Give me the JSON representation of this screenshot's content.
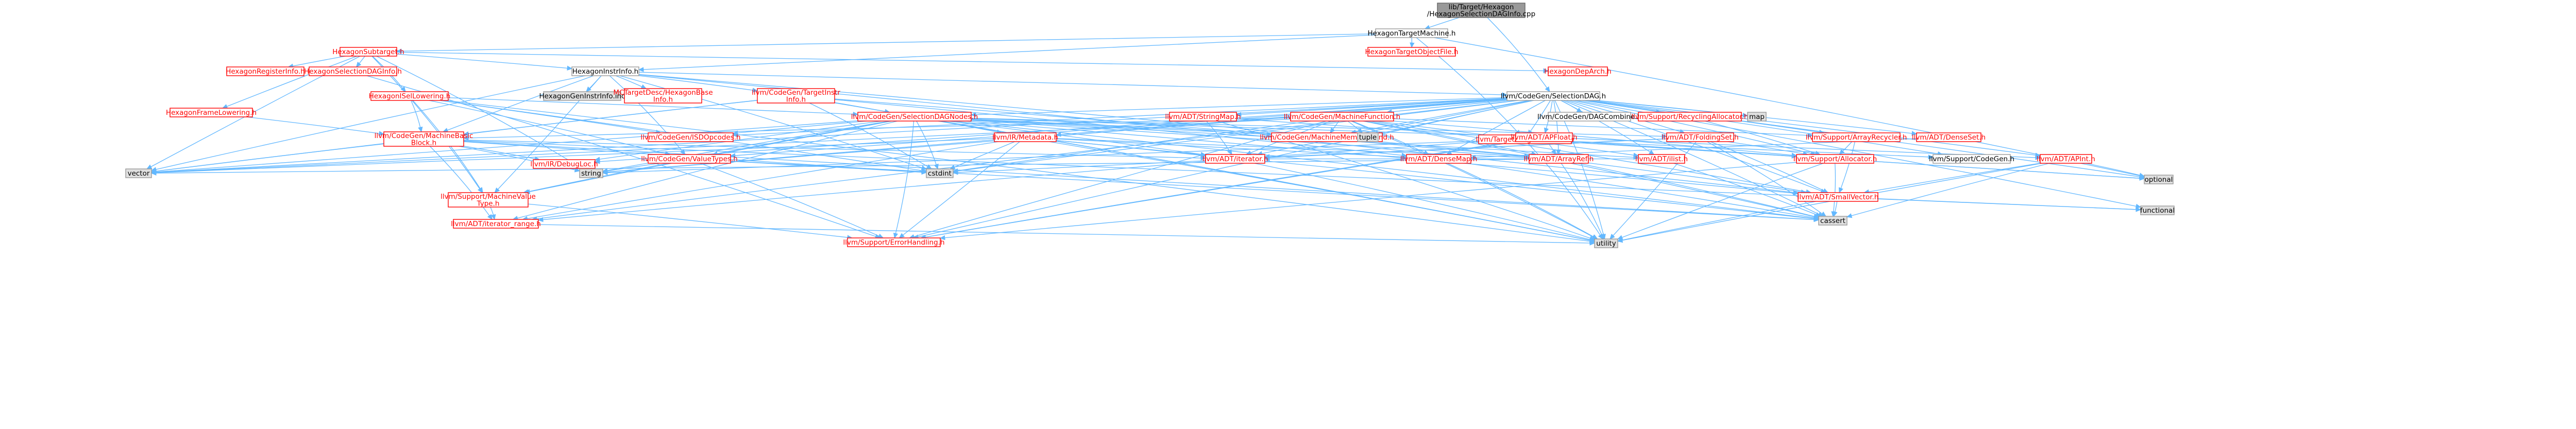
{
  "colors": {
    "root_fill": "#999999",
    "root_stroke": "#666666",
    "root_text": "#000000",
    "node_fill": "#ffffff",
    "gray_fill": "#e0e0e0",
    "gray_stroke": "#999999",
    "link_stroke": "#ff0000",
    "link_text": "#ff0000",
    "plain_text": "#000000",
    "edge": "#63b8ff"
  },
  "nodes": [
    {
      "id": "root",
      "lines": [
        "lib/Target/Hexagon",
        "/HexagonSelectionDAGInfo.cpp"
      ],
      "kind": "root"
    },
    {
      "id": "htm",
      "lines": [
        "HexagonTargetMachine.h"
      ],
      "kind": "plain"
    },
    {
      "id": "hst",
      "lines": [
        "HexagonSubtarget.h"
      ],
      "kind": "link"
    },
    {
      "id": "htof",
      "lines": [
        "HexagonTargetObjectFile.h"
      ],
      "kind": "link"
    },
    {
      "id": "ttm",
      "lines": [
        "llvm/Target/TargetMachine.h"
      ],
      "kind": "link"
    },
    {
      "id": "hrinfo",
      "lines": [
        "HexagonRegisterInfo.h"
      ],
      "kind": "link"
    },
    {
      "id": "hsdinfo",
      "lines": [
        "HexagonSelectionDAGInfo.h"
      ],
      "kind": "link"
    },
    {
      "id": "hii",
      "lines": [
        "HexagonInstrInfo.h"
      ],
      "kind": "plain"
    },
    {
      "id": "hdeparch",
      "lines": [
        "HexagonDepArch.h"
      ],
      "kind": "link"
    },
    {
      "id": "hisellow",
      "lines": [
        "HexagonISelLowering.h"
      ],
      "kind": "link"
    },
    {
      "id": "hframelow",
      "lines": [
        "HexagonFrameLowering.h"
      ],
      "kind": "link"
    },
    {
      "id": "hgeninc",
      "lines": [
        "HexagonGenInstrInfo.inc"
      ],
      "kind": "gray"
    },
    {
      "id": "mctdesc",
      "lines": [
        "MCTargetDesc/HexagonBase",
        "Info.h"
      ],
      "kind": "link"
    },
    {
      "id": "tgii",
      "lines": [
        "llvm/CodeGen/TargetInstr",
        "Info.h"
      ],
      "kind": "link"
    },
    {
      "id": "sdag",
      "lines": [
        "llvm/CodeGen/SelectionDAG.h"
      ],
      "kind": "plain"
    },
    {
      "id": "sdnodes",
      "lines": [
        "llvm/CodeGen/SelectionDAGNodes.h"
      ],
      "kind": "link"
    },
    {
      "id": "mbb",
      "lines": [
        "llvm/CodeGen/MachineBasic",
        "Block.h"
      ],
      "kind": "link"
    },
    {
      "id": "isdop",
      "lines": [
        "llvm/CodeGen/ISDOpcodes.h"
      ],
      "kind": "link"
    },
    {
      "id": "cgvt",
      "lines": [
        "llvm/CodeGen/ValueTypes.h"
      ],
      "kind": "link"
    },
    {
      "id": "debugloc",
      "lines": [
        "llvm/IR/DebugLoc.h"
      ],
      "kind": "link"
    },
    {
      "id": "mvt",
      "lines": [
        "llvm/Support/MachineValue",
        "Type.h"
      ],
      "kind": "link"
    },
    {
      "id": "irange",
      "lines": [
        "llvm/ADT/iterator_range.h"
      ],
      "kind": "link"
    },
    {
      "id": "errh",
      "lines": [
        "llvm/Support/ErrorHandling.h"
      ],
      "kind": "link"
    },
    {
      "id": "metadata",
      "lines": [
        "llvm/IR/Metadata.h"
      ],
      "kind": "link"
    },
    {
      "id": "stringmap",
      "lines": [
        "llvm/ADT/StringMap.h"
      ],
      "kind": "link"
    },
    {
      "id": "mfunc",
      "lines": [
        "llvm/CodeGen/MachineFunction.h"
      ],
      "kind": "link"
    },
    {
      "id": "mmo",
      "lines": [
        "llvm/CodeGen/MachineMemOperand.h"
      ],
      "kind": "link"
    },
    {
      "id": "dagcomb",
      "lines": [
        "llvm/CodeGen/DAGCombine.h"
      ],
      "kind": "plain"
    },
    {
      "id": "recycalloc",
      "lines": [
        "llvm/Support/RecyclingAllocator.h"
      ],
      "kind": "link"
    },
    {
      "id": "map",
      "lines": [
        "map"
      ],
      "kind": "gray"
    },
    {
      "id": "tuple",
      "lines": [
        "tuple"
      ],
      "kind": "gray"
    },
    {
      "id": "apfloat",
      "lines": [
        "llvm/ADT/APFloat.h"
      ],
      "kind": "link"
    },
    {
      "id": "foldset",
      "lines": [
        "llvm/ADT/FoldingSet.h"
      ],
      "kind": "link"
    },
    {
      "id": "arecycler",
      "lines": [
        "llvm/Support/ArrayRecycler.h"
      ],
      "kind": "link"
    },
    {
      "id": "densemap",
      "lines": [
        "llvm/ADT/DenseMap.h"
      ],
      "kind": "link"
    },
    {
      "id": "arrayref",
      "lines": [
        "llvm/ADT/ArrayRef.h"
      ],
      "kind": "link"
    },
    {
      "id": "ilist",
      "lines": [
        "llvm/ADT/ilist.h"
      ],
      "kind": "link"
    },
    {
      "id": "iterator",
      "lines": [
        "llvm/ADT/iterator.h"
      ],
      "kind": "link"
    },
    {
      "id": "denseset",
      "lines": [
        "llvm/ADT/DenseSet.h"
      ],
      "kind": "link"
    },
    {
      "id": "supcodegen",
      "lines": [
        "llvm/Support/CodeGen.h"
      ],
      "kind": "plain"
    },
    {
      "id": "allocator",
      "lines": [
        "llvm/Support/Allocator.h"
      ],
      "kind": "link"
    },
    {
      "id": "apint",
      "lines": [
        "llvm/ADT/APInt.h"
      ],
      "kind": "link"
    },
    {
      "id": "smallvec",
      "lines": [
        "llvm/ADT/SmallVector.h"
      ],
      "kind": "link"
    },
    {
      "id": "optional",
      "lines": [
        "optional"
      ],
      "kind": "gray"
    },
    {
      "id": "functional",
      "lines": [
        "functional"
      ],
      "kind": "gray"
    },
    {
      "id": "vector",
      "lines": [
        "vector"
      ],
      "kind": "gray"
    },
    {
      "id": "string",
      "lines": [
        "string"
      ],
      "kind": "gray"
    },
    {
      "id": "cstdint",
      "lines": [
        "cstdint"
      ],
      "kind": "gray"
    },
    {
      "id": "cassert",
      "lines": [
        "cassert"
      ],
      "kind": "gray"
    },
    {
      "id": "utility",
      "lines": [
        "utility"
      ],
      "kind": "gray"
    }
  ],
  "edges": [
    [
      "root",
      "htm"
    ],
    [
      "root",
      "sdag"
    ],
    [
      "htm",
      "hst"
    ],
    [
      "htm",
      "htof"
    ],
    [
      "htm",
      "ttm"
    ],
    [
      "htm",
      "hii"
    ],
    [
      "htm",
      "optional"
    ],
    [
      "hst",
      "hrinfo"
    ],
    [
      "hst",
      "hsdinfo"
    ],
    [
      "hst",
      "hii"
    ],
    [
      "hst",
      "hdeparch"
    ],
    [
      "hst",
      "hisellow"
    ],
    [
      "hst",
      "hframelow"
    ],
    [
      "hst",
      "mvt"
    ],
    [
      "hst",
      "vector"
    ],
    [
      "hst",
      "string"
    ],
    [
      "hii",
      "hgeninc"
    ],
    [
      "hii",
      "mctdesc"
    ],
    [
      "hii",
      "tgii"
    ],
    [
      "hii",
      "mbb"
    ],
    [
      "hii",
      "sdag"
    ],
    [
      "hii",
      "cgvt"
    ],
    [
      "hii",
      "mvt"
    ],
    [
      "hii",
      "cstdint"
    ],
    [
      "hii",
      "vector"
    ],
    [
      "hii",
      "smallvec"
    ],
    [
      "hii",
      "arrayref"
    ],
    [
      "hisellow",
      "mbb"
    ],
    [
      "hisellow",
      "isdop"
    ],
    [
      "hisellow",
      "cgvt"
    ],
    [
      "hisellow",
      "mvt"
    ],
    [
      "hisellow",
      "cstdint"
    ],
    [
      "hisellow",
      "utility"
    ],
    [
      "hisellow",
      "sdnodes"
    ],
    [
      "hframelow",
      "mbb"
    ],
    [
      "tgii",
      "mbb"
    ],
    [
      "tgii",
      "sdnodes"
    ],
    [
      "tgii",
      "cstdint"
    ],
    [
      "tgii",
      "utility"
    ],
    [
      "tgii",
      "arrayref"
    ],
    [
      "tgii",
      "densemap"
    ],
    [
      "tgii",
      "vector"
    ],
    [
      "sdag",
      "sdnodes"
    ],
    [
      "sdag",
      "stringmap"
    ],
    [
      "sdag",
      "mfunc"
    ],
    [
      "sdag",
      "mmo"
    ],
    [
      "sdag",
      "dagcomb"
    ],
    [
      "sdag",
      "recycalloc"
    ],
    [
      "sdag",
      "map"
    ],
    [
      "sdag",
      "tuple"
    ],
    [
      "sdag",
      "apfloat"
    ],
    [
      "sdag",
      "foldset"
    ],
    [
      "sdag",
      "arecycler"
    ],
    [
      "sdag",
      "densemap"
    ],
    [
      "sdag",
      "arrayref"
    ],
    [
      "sdag",
      "ilist"
    ],
    [
      "sdag",
      "iterator"
    ],
    [
      "sdag",
      "denseset"
    ],
    [
      "sdag",
      "supcodegen"
    ],
    [
      "sdag",
      "allocator"
    ],
    [
      "sdag",
      "apint"
    ],
    [
      "sdag",
      "smallvec"
    ],
    [
      "sdag",
      "cgvt"
    ],
    [
      "sdag",
      "isdop"
    ],
    [
      "sdag",
      "debugloc"
    ],
    [
      "sdag",
      "metadata"
    ],
    [
      "sdag",
      "errh"
    ],
    [
      "sdag",
      "functional"
    ],
    [
      "sdag",
      "cstdint"
    ],
    [
      "sdag",
      "string"
    ],
    [
      "sdag",
      "vector"
    ],
    [
      "sdag",
      "cassert"
    ],
    [
      "sdag",
      "utility"
    ],
    [
      "sdag",
      "optional"
    ],
    [
      "sdag",
      "ttm"
    ],
    [
      "sdag",
      "irange"
    ],
    [
      "sdnodes",
      "isdop"
    ],
    [
      "sdnodes",
      "cgvt"
    ],
    [
      "sdnodes",
      "debugloc"
    ],
    [
      "sdnodes",
      "mvt"
    ],
    [
      "sdnodes",
      "irange"
    ],
    [
      "sdnodes",
      "errh"
    ],
    [
      "sdnodes",
      "metadata"
    ],
    [
      "sdnodes",
      "mmo"
    ],
    [
      "sdnodes",
      "tuple"
    ],
    [
      "sdnodes",
      "apfloat"
    ],
    [
      "sdnodes",
      "foldset"
    ],
    [
      "sdnodes",
      "arrayref"
    ],
    [
      "sdnodes",
      "iterator"
    ],
    [
      "sdnodes",
      "smallvec"
    ],
    [
      "sdnodes",
      "cstdint"
    ],
    [
      "sdnodes",
      "string"
    ],
    [
      "sdnodes",
      "cassert"
    ],
    [
      "sdnodes",
      "vector"
    ],
    [
      "sdnodes",
      "utility"
    ],
    [
      "sdnodes",
      "ilist"
    ],
    [
      "mbb",
      "debugloc"
    ],
    [
      "mbb",
      "irange"
    ],
    [
      "mbb",
      "cstdint"
    ],
    [
      "mbb",
      "vector"
    ],
    [
      "mbb",
      "string"
    ],
    [
      "mbb",
      "cassert"
    ],
    [
      "mbb",
      "functional"
    ],
    [
      "mbb",
      "iterator"
    ],
    [
      "cgvt",
      "mvt"
    ],
    [
      "cgvt",
      "errh"
    ],
    [
      "cgvt",
      "cassert"
    ],
    [
      "cgvt",
      "cstdint"
    ],
    [
      "cgvt",
      "string"
    ],
    [
      "mvt",
      "irange"
    ],
    [
      "mvt",
      "errh"
    ],
    [
      "irange",
      "utility"
    ],
    [
      "metadata",
      "arrayref"
    ],
    [
      "metadata",
      "densemap"
    ],
    [
      "metadata",
      "iterator"
    ],
    [
      "metadata",
      "irange"
    ],
    [
      "metadata",
      "errh"
    ],
    [
      "metadata",
      "cassert"
    ],
    [
      "metadata",
      "cstdint"
    ],
    [
      "metadata",
      "utility"
    ],
    [
      "metadata",
      "string"
    ],
    [
      "metadata",
      "vector"
    ],
    [
      "stringmap",
      "iterator"
    ],
    [
      "stringmap",
      "allocator"
    ],
    [
      "stringmap",
      "utility"
    ],
    [
      "mfunc",
      "mbb"
    ],
    [
      "mfunc",
      "mmo"
    ],
    [
      "mfunc",
      "arrayref"
    ],
    [
      "mfunc",
      "densemap"
    ],
    [
      "mfunc",
      "ilist"
    ],
    [
      "mfunc",
      "iterator"
    ],
    [
      "mfunc",
      "smallvec"
    ],
    [
      "mfunc",
      "allocator"
    ],
    [
      "mfunc",
      "arecycler"
    ],
    [
      "mfunc",
      "errh"
    ],
    [
      "mfunc",
      "cstdint"
    ],
    [
      "mfunc",
      "cassert"
    ],
    [
      "mfunc",
      "utility"
    ],
    [
      "mfunc",
      "vector"
    ],
    [
      "mfunc",
      "tuple"
    ],
    [
      "recycalloc",
      "allocator"
    ],
    [
      "apfloat",
      "apint"
    ],
    [
      "apfloat",
      "arrayref"
    ],
    [
      "apfloat",
      "errh"
    ],
    [
      "apfloat",
      "iterator"
    ],
    [
      "foldset",
      "iterator"
    ],
    [
      "foldset",
      "smallvec"
    ],
    [
      "foldset",
      "allocator"
    ],
    [
      "foldset",
      "cassert"
    ],
    [
      "foldset",
      "cstdint"
    ],
    [
      "foldset",
      "utility"
    ],
    [
      "arecycler",
      "smallvec"
    ],
    [
      "arecycler",
      "allocator"
    ],
    [
      "densemap",
      "cassert"
    ],
    [
      "densemap",
      "utility"
    ],
    [
      "arrayref",
      "smallvec"
    ],
    [
      "arrayref",
      "cassert"
    ],
    [
      "arrayref",
      "utility"
    ],
    [
      "arrayref",
      "vector"
    ],
    [
      "ilist",
      "iterator"
    ],
    [
      "ilist",
      "cassert"
    ],
    [
      "iterator",
      "irange"
    ],
    [
      "iterator",
      "utility"
    ],
    [
      "denseset",
      "densemap"
    ],
    [
      "allocator",
      "errh"
    ],
    [
      "allocator",
      "cassert"
    ],
    [
      "allocator",
      "utility"
    ],
    [
      "allocator",
      "optional"
    ],
    [
      "apint",
      "cassert"
    ],
    [
      "apint",
      "optional"
    ],
    [
      "apint",
      "utility"
    ],
    [
      "apint",
      "smallvec"
    ],
    [
      "smallvec",
      "cassert"
    ],
    [
      "smallvec",
      "utility"
    ],
    [
      "smallvec",
      "functional"
    ],
    [
      "ttm",
      "supcodegen"
    ],
    [
      "ttm",
      "allocator"
    ],
    [
      "ttm",
      "errh"
    ],
    [
      "ttm",
      "optional"
    ],
    [
      "ttm",
      "utility"
    ],
    [
      "ttm",
      "string"
    ],
    [
      "hsdinfo",
      "errh"
    ]
  ]
}
